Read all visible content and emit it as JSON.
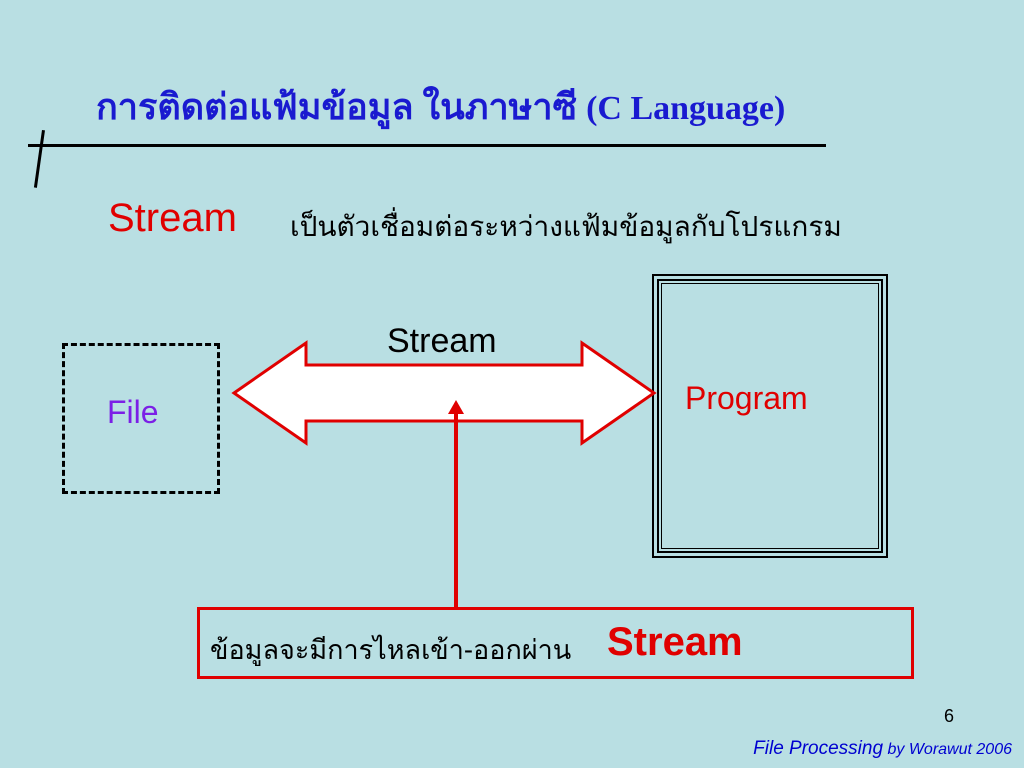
{
  "title": {
    "thai": "การติดต่อแฟ้มข้อมูล ในภาษาซี",
    "latin": "(C Language)"
  },
  "definition": {
    "term": "Stream",
    "description": "เป็นตัวเชื่อมต่อระหว่างแฟ้มข้อมูลกับโปรแกรม"
  },
  "diagram": {
    "file_label": "File",
    "arrow_label": "Stream",
    "program_label": "Program"
  },
  "note": {
    "text": "ข้อมูลจะมีการไหลเข้า-ออกผ่าน",
    "highlight": "Stream"
  },
  "page_number": "6",
  "footer": {
    "course": "File Processing",
    "author": "by Worawut  2006"
  },
  "colors": {
    "background": "#b9dfe3",
    "title": "#1a1ad0",
    "accent_red": "#e00000",
    "file_label": "#7b1fe6",
    "arrow_fill": "#ffffff"
  }
}
